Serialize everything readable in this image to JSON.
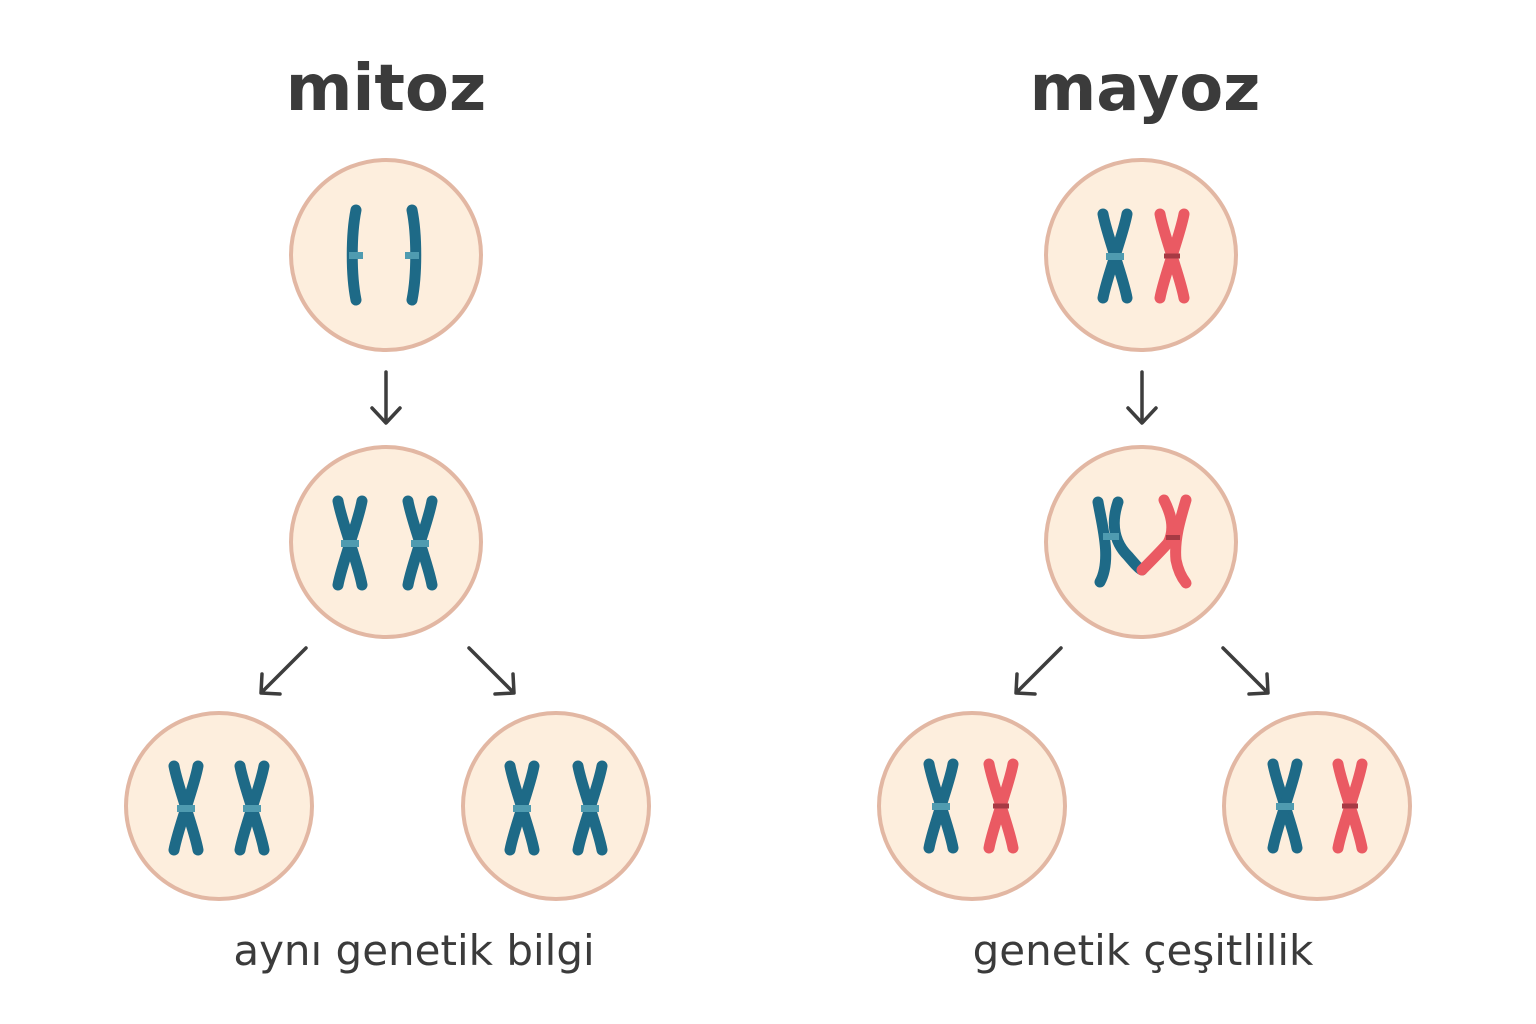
{
  "colors": {
    "cell_fill": "#fdeedd",
    "cell_border": "#e2b7a3",
    "chromosome_blue": "#1e6a87",
    "chromosome_blue_band": "#4f9bb0",
    "chromosome_red": "#ea5a63",
    "chromosome_red_band": "#a63a44",
    "text": "#3b3b3b",
    "arrow": "#3d3d3d"
  },
  "panels": {
    "mitosis": {
      "title": "mitoz",
      "caption": "aynı genetik bilgi"
    },
    "meiosis": {
      "title": "mayoz",
      "caption": "genetik çeşitlilik"
    }
  }
}
